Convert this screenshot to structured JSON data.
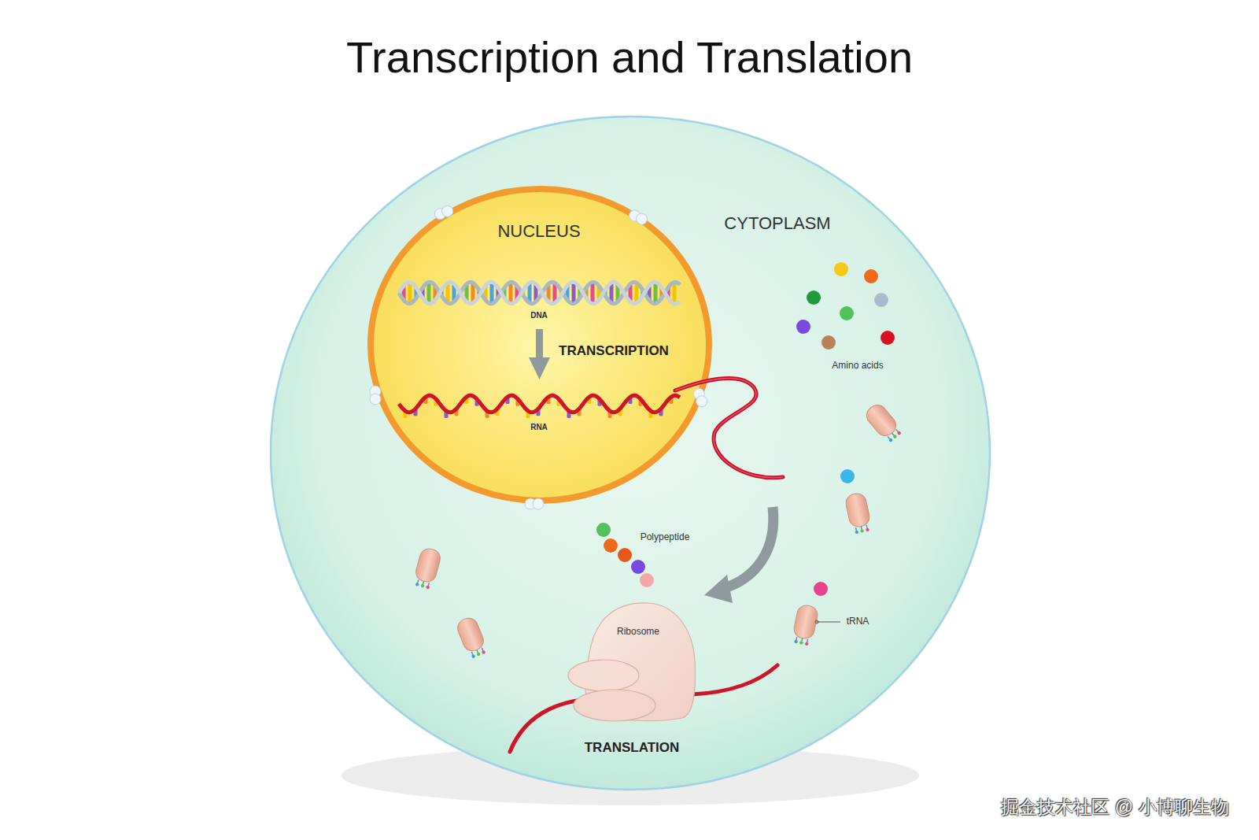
{
  "diagram": {
    "title": "Transcription and Translation",
    "nodes": [
      {
        "text": [
          "CYTOPLASM"
        ]
      },
      {
        "text": [
          "NUCLEUS"
        ],
        "in": 0
      },
      {
        "text": [
          "Ribosome",
          "TRANSLATION"
        ],
        "in": 0
      }
    ],
    "labels": [
      "DNA",
      "TRANSCRIPTION",
      "Amino acids",
      "RNA",
      "Polypeptide",
      "tRNA",
      "掘金技术社区 @ 小博聊生物"
    ]
  }
}
